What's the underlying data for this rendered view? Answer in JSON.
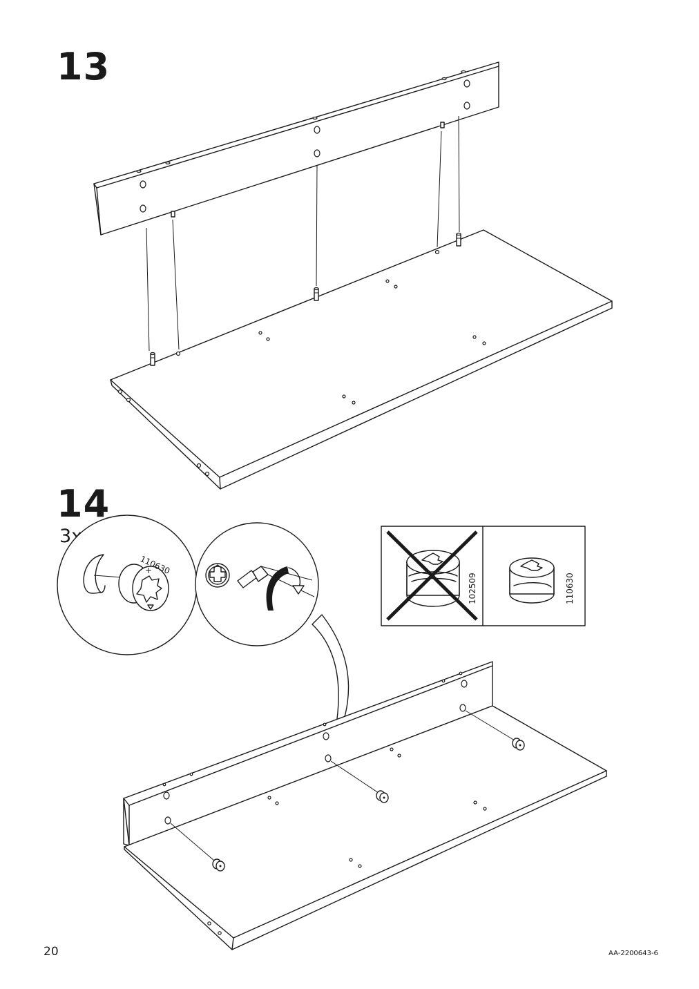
{
  "steps": [
    {
      "number": "13"
    },
    {
      "number": "14",
      "quantity": "3x"
    }
  ],
  "part_codes": {
    "detail_label": "110630",
    "wrong_part": "102509",
    "right_part": "110630"
  },
  "footer": {
    "page_number": "20",
    "doc_id": "AA-2200643-6"
  },
  "icons": [
    "cam-lock-fitting-icon",
    "screwdriver-icon",
    "rotate-arrow-icon",
    "cross-out-icon"
  ]
}
